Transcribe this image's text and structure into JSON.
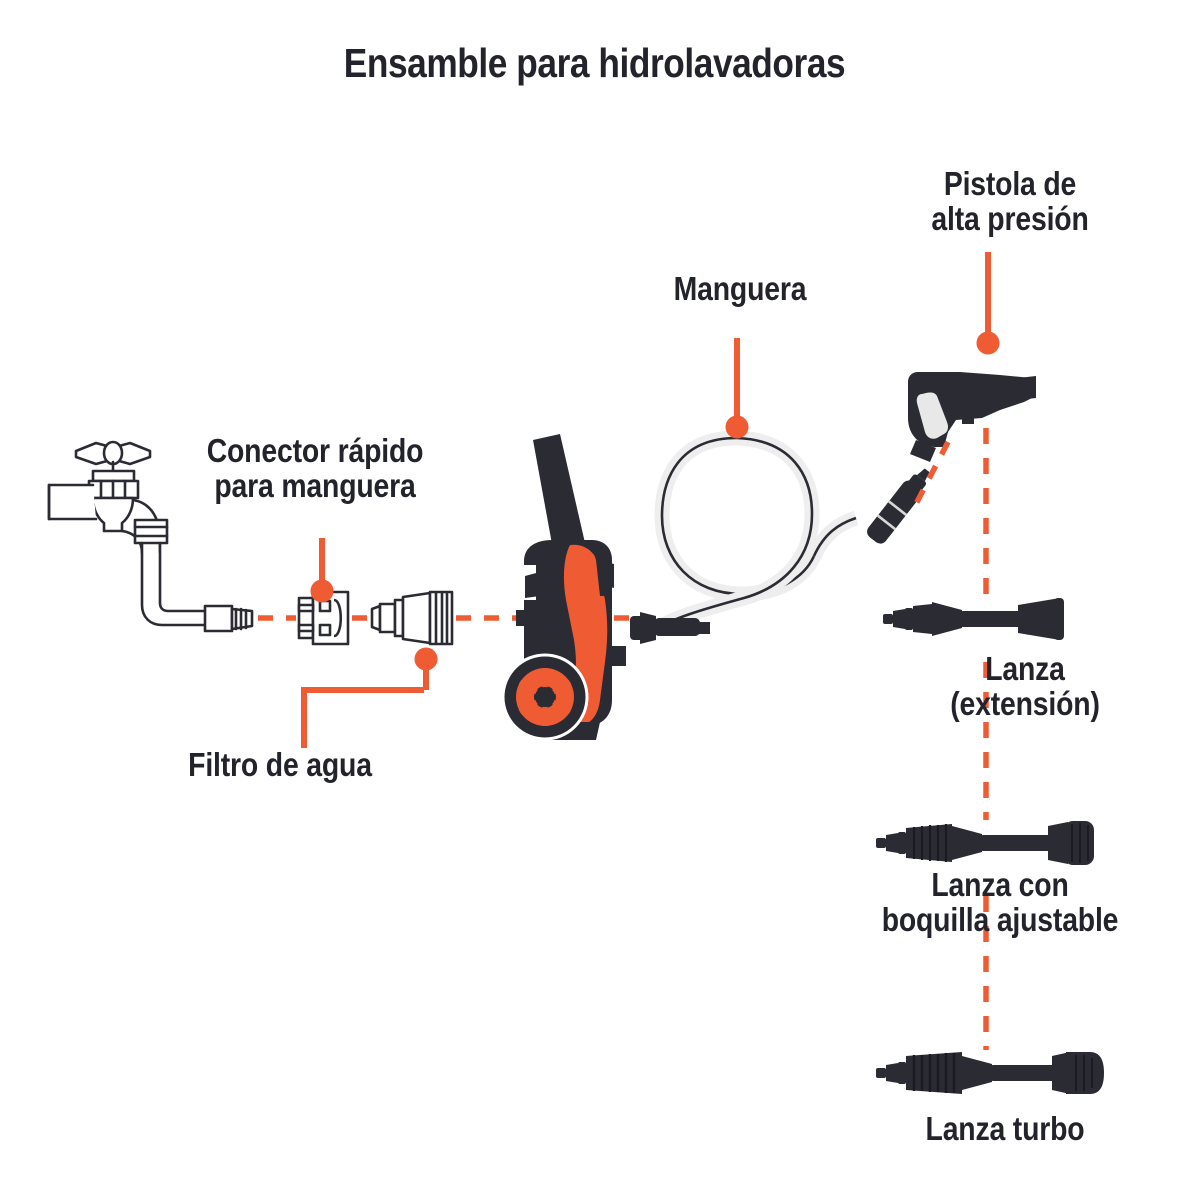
{
  "doc": {
    "title": "Ensamble para hidrolavadoras",
    "background_color": "#ffffff",
    "text_color": "#23232b",
    "accent_color": "#ef5b33",
    "dark_part_color": "#2b2b33",
    "light_part_color": "#e8e8e8",
    "outline_color": "#2b2b33"
  },
  "labels": {
    "conector": "Conector rápido\npara manguera",
    "filtro": "Filtro de agua",
    "manguera": "Manguera",
    "pistola": "Pistola de\nalta presión",
    "lanza_extension": "Lanza\n(extensión)",
    "lanza_boquilla": "Lanza con\nboquilla ajustable",
    "lanza_turbo": "Lanza turbo"
  },
  "parts": [
    {
      "id": "faucet",
      "name": "Llave de agua",
      "style": "line-art",
      "label": null
    },
    {
      "id": "quick-connector",
      "name": "Conector rápido para manguera",
      "style": "line-art",
      "label": "Conector rápido para manguera"
    },
    {
      "id": "water-filter",
      "name": "Filtro de agua",
      "style": "line-art",
      "label": "Filtro de agua"
    },
    {
      "id": "pressure-washer",
      "name": "Hidrolavadora",
      "style": "solid",
      "label": null
    },
    {
      "id": "hose",
      "name": "Manguera",
      "style": "solid",
      "label": "Manguera"
    },
    {
      "id": "spray-gun",
      "name": "Pistola de alta presión",
      "style": "solid",
      "label": "Pistola de alta presión"
    },
    {
      "id": "lance-extension",
      "name": "Lanza (extensión)",
      "style": "solid",
      "label": "Lanza (extensión)"
    },
    {
      "id": "lance-adjustable",
      "name": "Lanza con boquilla ajustable",
      "style": "solid",
      "label": "Lanza con boquilla ajustable"
    },
    {
      "id": "lance-turbo",
      "name": "Lanza turbo",
      "style": "solid",
      "label": "Lanza turbo"
    }
  ],
  "connections": [
    {
      "from": "faucet",
      "to": "quick-connector",
      "style": "dashed",
      "color": "#ef5b33"
    },
    {
      "from": "quick-connector",
      "to": "water-filter",
      "style": "dashed",
      "color": "#ef5b33"
    },
    {
      "from": "water-filter",
      "to": "pressure-washer",
      "style": "dashed",
      "color": "#ef5b33"
    },
    {
      "from": "pressure-washer",
      "to": "hose",
      "style": "dashed",
      "color": "#ef5b33"
    },
    {
      "from": "hose",
      "to": "spray-gun",
      "style": "dashed",
      "color": "#ef5b33"
    },
    {
      "from": "spray-gun",
      "to": "lance-extension",
      "style": "dashed",
      "color": "#ef5b33"
    },
    {
      "from": "lance-extension",
      "to": "lance-adjustable",
      "style": "dashed",
      "color": "#ef5b33"
    },
    {
      "from": "lance-adjustable",
      "to": "lance-turbo",
      "style": "dashed",
      "color": "#ef5b33"
    }
  ],
  "leaders": [
    {
      "target": "quick-connector",
      "shape": "straight",
      "dot": "bottom"
    },
    {
      "target": "water-filter",
      "shape": "elbow",
      "dot": "top-right"
    },
    {
      "target": "hose",
      "shape": "straight",
      "dot": "bottom"
    },
    {
      "target": "spray-gun",
      "shape": "straight",
      "dot": "bottom"
    }
  ]
}
